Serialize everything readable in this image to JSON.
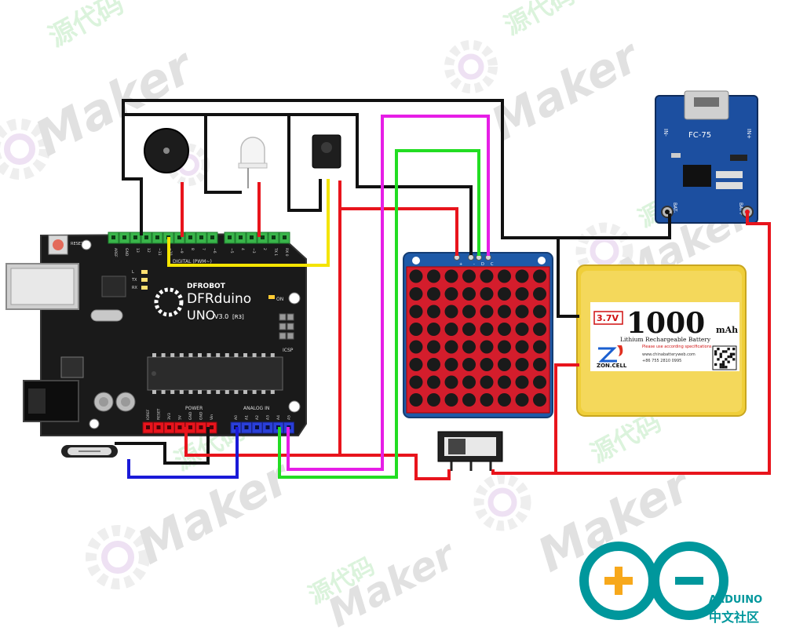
{
  "watermark": {
    "brand_cn": "源代码",
    "brand_en": "Maker"
  },
  "arduino": {
    "brand": "DFROBOT",
    "name": "DFRduino",
    "model": "UNO",
    "version": "V3.0",
    "revision": "[R3]",
    "digital_label": "DIGITAL (PWM~)",
    "power_label": "POWER",
    "analog_label": "ANALOG IN",
    "icsp_label": "ICSP",
    "on_label": "ON",
    "reset_label": "RESET",
    "digital_pins": [
      "AREF",
      "GND",
      "13",
      "12",
      "~11",
      "~10",
      "~9",
      "8",
      "7",
      "~6",
      "~5",
      "4",
      "~3",
      "2",
      "TX 1",
      "RX 0"
    ],
    "power_pins": [
      "IOREF",
      "RESET",
      "3V3",
      "5V",
      "GND",
      "GND",
      "Vin"
    ],
    "analog_pins": [
      "A0",
      "A1",
      "A2",
      "A3",
      "A4",
      "A5"
    ],
    "led_labels": [
      "L",
      "TX",
      "RX"
    ]
  },
  "charger": {
    "model": "FC-75",
    "pins": [
      "IN-",
      "IN+",
      "BAT-",
      "BAT+"
    ]
  },
  "battery": {
    "voltage": "3.7V",
    "capacity": "1000",
    "unit": "mAh",
    "desc": "Lithium Rechargeable Battery",
    "warning": "Please use according specifications",
    "brand": "ZON.CELL",
    "website": "www.chinabatteryweb.com",
    "phone": "+86 755 2810 0995"
  },
  "led_matrix": {
    "rows": 8,
    "cols": 8,
    "pins": [
      "+",
      "-",
      "D",
      "C"
    ]
  },
  "logo": {
    "name": "ARDUINO",
    "sub": "中文社区"
  },
  "colors": {
    "wire_black": "#111111",
    "wire_red": "#e8141c",
    "wire_yellow": "#f4e400",
    "wire_green": "#22dd22",
    "wire_magenta": "#e61ee6",
    "wire_blue": "#1a1ad8",
    "board": "#1a1a1a",
    "header_green": "#39b54a",
    "header_red": "#e8141c",
    "header_blue": "#2a3fd8",
    "pcb_blue": "#1c4fa0",
    "matrix_red": "#c8102e",
    "logo_teal": "#00979c"
  }
}
